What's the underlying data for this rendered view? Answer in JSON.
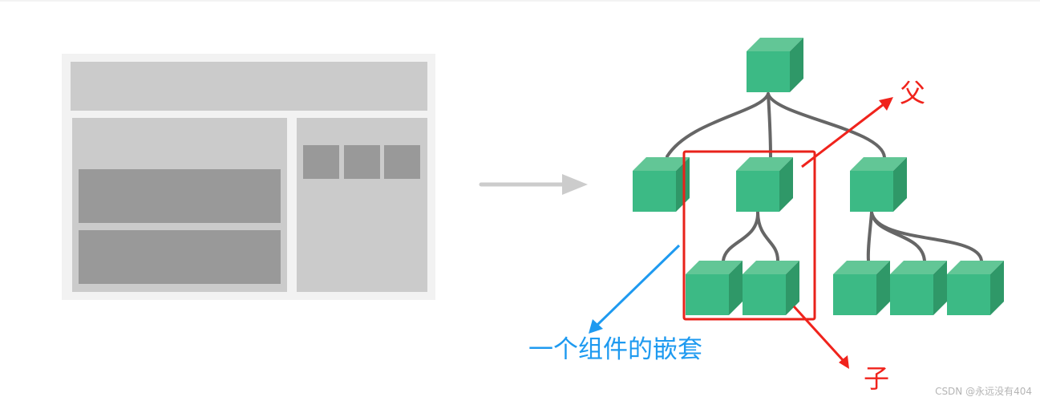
{
  "diagram": {
    "title": "Component nesting (Vue component tree)",
    "left_panel": {
      "description": "Page layout wireframe",
      "regions": [
        "header",
        "main",
        "main-block-1",
        "main-block-2",
        "sidebar",
        "sidebar-tile-1",
        "sidebar-tile-2",
        "sidebar-tile-3"
      ]
    },
    "transition_arrow": "right-arrow",
    "tree": {
      "root": "component",
      "levels": [
        1,
        3,
        5
      ],
      "children_of_level2": [
        0,
        2,
        3
      ]
    },
    "annotations": {
      "parent_label": "父",
      "child_label": "子",
      "nesting_label": "一个组件的嵌套"
    },
    "colors": {
      "cube_front": "#3cba85",
      "cube_top": "#62c696",
      "cube_side": "#2f9868",
      "connector": "#666666",
      "highlight_box": "#e8221a",
      "nesting_arrow": "#1e9af0",
      "wireframe_bg": "#f2f2f2",
      "wireframe_light": "#cbcbcb",
      "wireframe_dark": "#999999"
    }
  },
  "watermark": "CSDN @永远没有404"
}
